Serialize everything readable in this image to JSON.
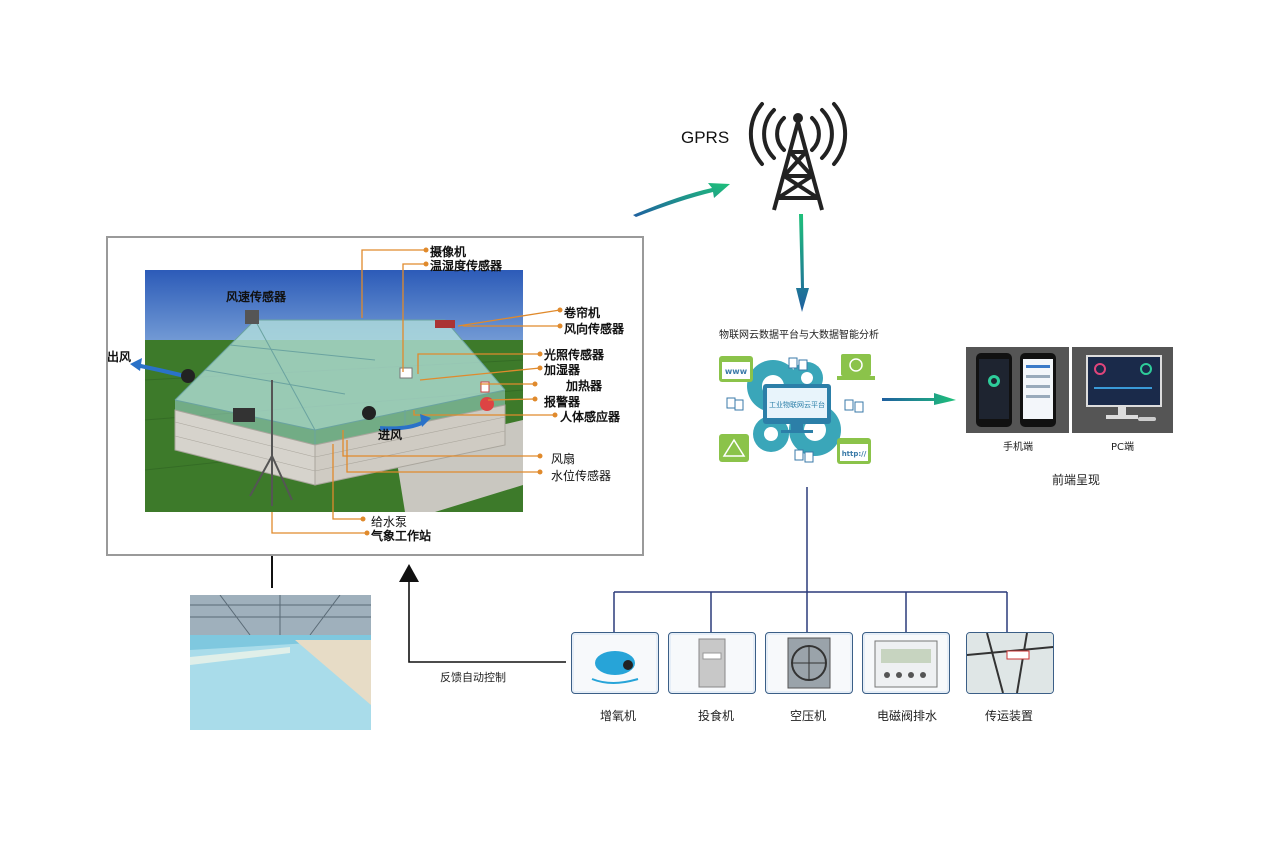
{
  "tower": {
    "label": "GPRS"
  },
  "cloud": {
    "title": "物联网云数据平台与大数据智能分析",
    "screen_label": "工业物联网云平台",
    "www_label": "www",
    "http_label": "http://"
  },
  "frontend": {
    "mobile_label": "手机端",
    "pc_label": "PC端",
    "caption": "前端呈现"
  },
  "greenhouse": {
    "labels": {
      "camera": "摄像机",
      "temp_humidity": "温湿度传感器",
      "wind_speed": "风速传感器",
      "roller": "卷帘机",
      "wind_direction": "风向传感器",
      "outlet": "出风",
      "light": "光照传感器",
      "humidifier": "加湿器",
      "heater": "加热器",
      "alarm": "报警器",
      "body_sensor": "人体感应器",
      "inlet": "进风",
      "fan": "风扇",
      "water_level": "水位传感器",
      "pump": "给水泵",
      "weather_station": "气象工作站"
    }
  },
  "feedback": {
    "label": "反馈自动控制"
  },
  "devices": [
    {
      "name": "增氧机"
    },
    {
      "name": "投食机"
    },
    {
      "name": "空压机"
    },
    {
      "name": "电磁阀排水"
    },
    {
      "name": "传运装置"
    }
  ],
  "colors": {
    "accent_green": "#1faa7a",
    "accent_blue": "#1f5fa0",
    "line_navy": "#2b3a7a"
  }
}
